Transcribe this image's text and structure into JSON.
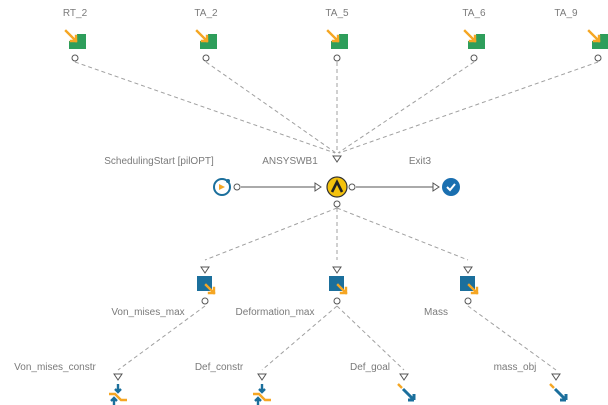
{
  "diagram": {
    "title": "",
    "input_nodes": [
      {
        "label": "RT_2",
        "icon": "input-parameter-icon"
      },
      {
        "label": "TA_2",
        "icon": "input-parameter-icon"
      },
      {
        "label": "TA_5",
        "icon": "input-parameter-icon"
      },
      {
        "label": "TA_6",
        "icon": "input-parameter-icon"
      },
      {
        "label": "TA_9",
        "icon": "input-parameter-icon"
      }
    ],
    "start_node": {
      "label": "SchedulingStart [pilOPT]",
      "icon": "scheduling-start-icon"
    },
    "solver_node": {
      "label": "ANSYSWB1",
      "icon": "ansys-solver-icon"
    },
    "exit_node": {
      "label": "Exit3",
      "icon": "exit-check-icon"
    },
    "output_nodes": [
      {
        "label": "Von_mises_max",
        "icon": "output-variable-icon"
      },
      {
        "label": "Deformation_max",
        "icon": "output-variable-icon"
      },
      {
        "label": "Mass",
        "icon": "output-variable-icon"
      }
    ],
    "goal_nodes": [
      {
        "label": "Von_mises_constr",
        "icon": "constraint-icon"
      },
      {
        "label": "Def_constr",
        "icon": "constraint-icon"
      },
      {
        "label": "Def_goal",
        "icon": "objective-icon"
      },
      {
        "label": "mass_obj",
        "icon": "objective-icon"
      }
    ],
    "colors": {
      "input_green": "#2e9e5b",
      "accent_orange": "#f5a623",
      "output_blue": "#1b6f9c",
      "solver_yellow": "#f4c20d",
      "exit_blue": "#1a6fb0",
      "line_gray": "#a0a0a0",
      "label_gray": "#7a7a7a"
    }
  }
}
